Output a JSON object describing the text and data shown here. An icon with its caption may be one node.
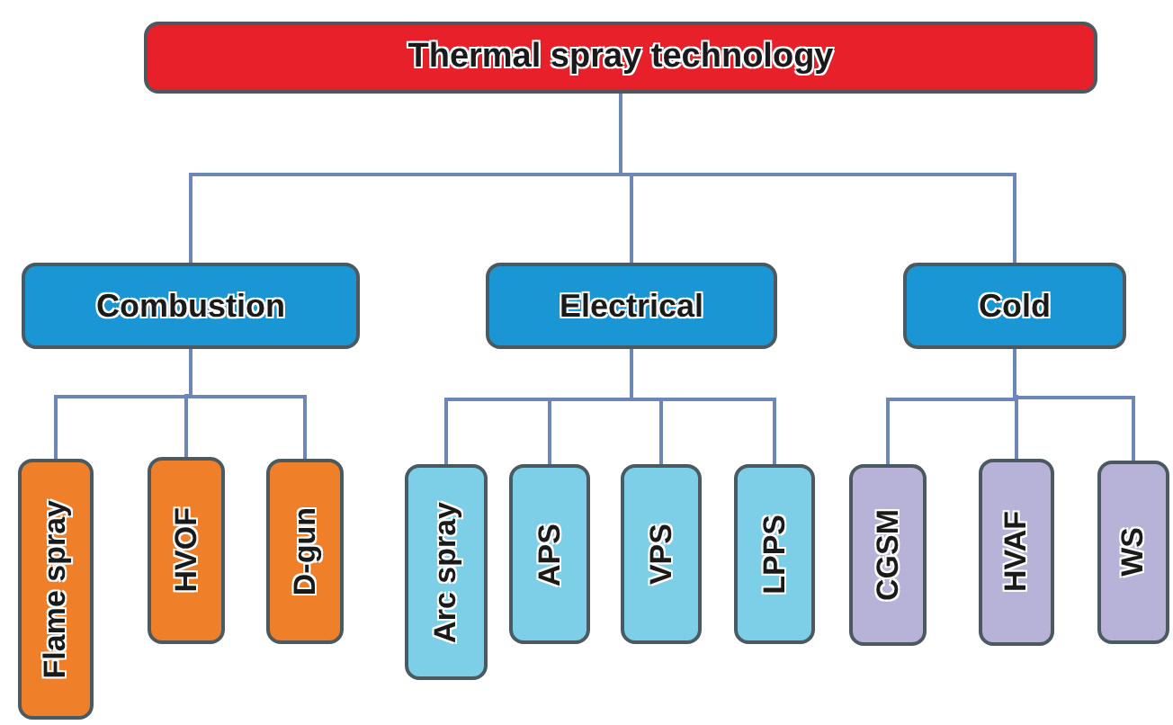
{
  "diagram": {
    "nodes": [
      {
        "text": [
          "Thermal spray technology"
        ]
      },
      {
        "text": [
          "Combustion"
        ]
      },
      {
        "text": [
          "Electrical"
        ]
      },
      {
        "text": [
          "Cold"
        ]
      },
      {
        "text": [
          "Flame spray"
        ]
      },
      {
        "text": [
          "HVOF"
        ]
      },
      {
        "text": [
          "D-gun"
        ]
      },
      {
        "text": [
          "Arc spray"
        ]
      },
      {
        "text": [
          "APS"
        ]
      },
      {
        "text": [
          "VPS"
        ]
      },
      {
        "text": [
          "LPPS"
        ]
      },
      {
        "text": [
          "CGSM"
        ]
      },
      {
        "text": [
          "HVAF"
        ]
      },
      {
        "text": [
          "WS"
        ]
      }
    ],
    "edges": [
      {
        "from": 0,
        "to": 1,
        "arrow": "none"
      },
      {
        "from": 0,
        "to": 2,
        "arrow": "none"
      },
      {
        "from": 0,
        "to": 3,
        "arrow": "none"
      },
      {
        "from": 1,
        "to": 4,
        "arrow": "none"
      },
      {
        "from": 1,
        "to": 5,
        "arrow": "none"
      },
      {
        "from": 1,
        "to": 6,
        "arrow": "none"
      },
      {
        "from": 2,
        "to": 7,
        "arrow": "none"
      },
      {
        "from": 2,
        "to": 8,
        "arrow": "none"
      },
      {
        "from": 2,
        "to": 9,
        "arrow": "none"
      },
      {
        "from": 2,
        "to": 10,
        "arrow": "none"
      },
      {
        "from": 3,
        "to": 11,
        "arrow": "none"
      },
      {
        "from": 3,
        "to": 12,
        "arrow": "none"
      },
      {
        "from": 3,
        "to": 13,
        "arrow": "none"
      }
    ]
  }
}
